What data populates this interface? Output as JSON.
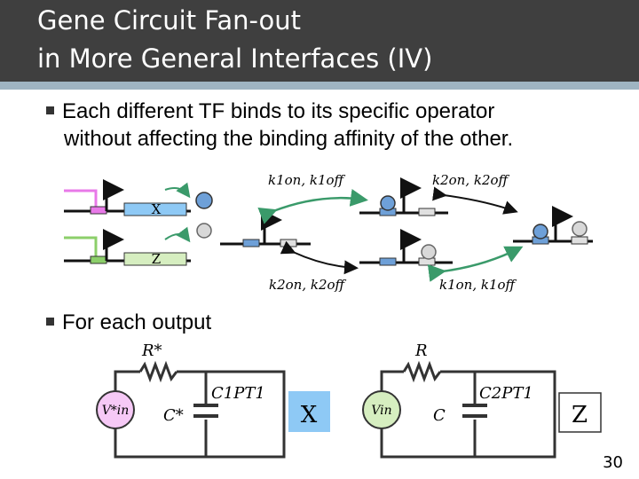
{
  "slide": {
    "title_line1": "Gene Circuit Fan-out",
    "title_line2": "in More General Interfaces (IV)",
    "bullet1_line1": "Each different TF binds to its specific operator",
    "bullet1_line2": "without affecting the binding affinity of the other.",
    "bullet2": "For each output",
    "page_number": "30"
  },
  "diagram": {
    "input_x_label": "X",
    "input_z_label": "Z",
    "rate_top_1": "k1on, k1off",
    "rate_top_2": "k2on, k2off",
    "rate_bottom_1": "k2on, k2off",
    "rate_bottom_2": "k1on, k1off"
  },
  "circuits": {
    "left_resistor_label": "R*",
    "left_source_label": "V*in",
    "left_capacitor_label": "C*",
    "left_load_label": "C1PT1",
    "left_output_label": "X",
    "right_resistor_label": "R",
    "right_source_label": "Vin",
    "right_capacitor_label": "C",
    "right_load_label": "C2PT1",
    "right_output_label": "Z"
  },
  "colors": {
    "title_bg": "#3f3f3f",
    "accent": "#9fb4c2",
    "pink": "#e879e8",
    "green_line": "#8ccf6a",
    "green_arrow": "#3a9a6a",
    "blue_tf": "#6ea0d8",
    "source_pink": "#f6c9f6",
    "source_green": "#d6eec0",
    "output_x_bg": "#8ec9f5"
  }
}
